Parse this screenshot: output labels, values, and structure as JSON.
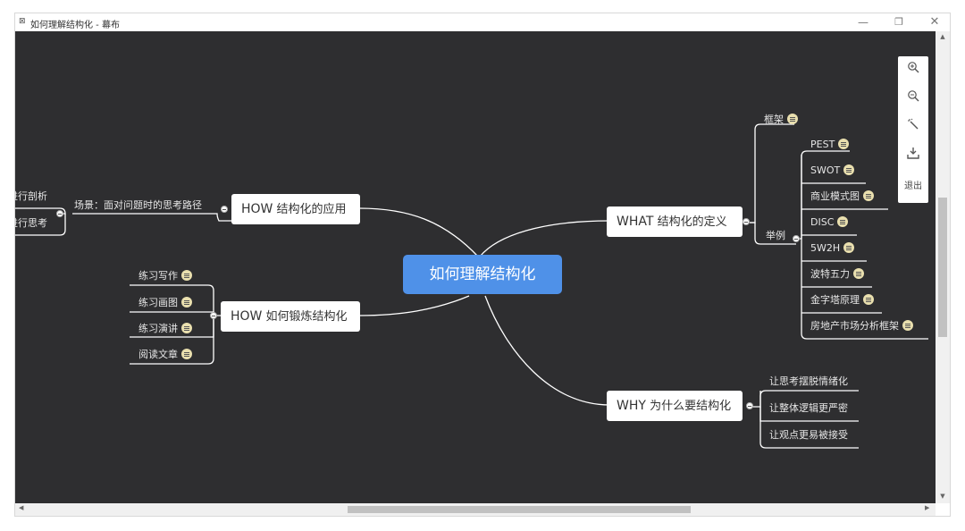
{
  "window": {
    "title": "如何理解结构化 - 幕布",
    "app_icon": "mubu-icon",
    "controls": {
      "minimize": "—",
      "maximize": "❐",
      "close": "✕"
    }
  },
  "mindmap": {
    "root": {
      "label": "如何理解结构化",
      "color": "#4f91e8"
    },
    "what": {
      "keyword": "WHAT",
      "label": "结构化的定义",
      "framework": "框架",
      "examples_label": "举例",
      "examples": [
        "PEST",
        "SWOT",
        "商业模式图",
        "DISC",
        "5W2H",
        "波特五力",
        "金字塔原理",
        "房地产市场分析框架"
      ]
    },
    "why": {
      "keyword": "WHY",
      "label": "为什么要结构化",
      "items": [
        "让思考摆脱情绪化",
        "让整体逻辑更严密",
        "让观点更易被接受"
      ]
    },
    "how_apply": {
      "keyword": "HOW",
      "label": "结构化的应用",
      "scenario": "场景：面对问题时的思考路径",
      "items": [
        "进行剖析",
        "进行思考"
      ]
    },
    "how_train": {
      "keyword": "HOW",
      "label": "如何锻炼结构化",
      "items": [
        "练习写作",
        "练习画图",
        "练习演讲",
        "阅读文章"
      ]
    }
  },
  "toolbar": {
    "zoom_in": "zoom-in-icon",
    "zoom_out": "zoom-out-icon",
    "style": "magic-wand-icon",
    "download": "download-icon",
    "exit": "退出"
  },
  "colors": {
    "canvas": "#2e2e30",
    "link": "#ffffff",
    "note_icon": "#e9dfae"
  }
}
